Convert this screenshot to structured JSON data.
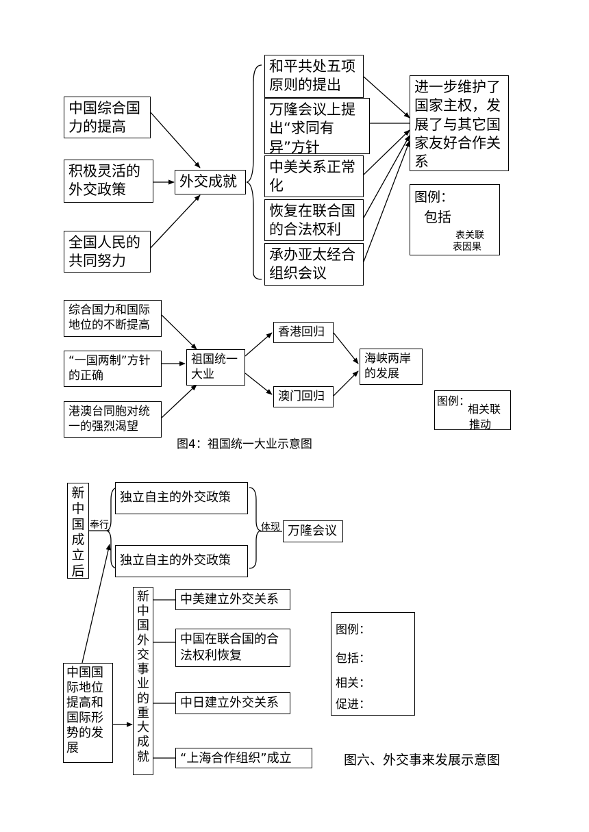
{
  "diagram1": {
    "causes": [
      "中国综合国力的提高",
      "积极灵活的外交政策",
      "全国人民的共同努力"
    ],
    "center": "外交成就",
    "achievements": [
      "和平共处五项原则的提出",
      "万隆会议上提出“求同有异”方针",
      "中美关系正常化",
      "恢复在联合国的合法权利",
      "承办亚太经合组织会议"
    ],
    "result": "进一步维护了国家主权，发展了与其它国家友好合作关系",
    "legend": {
      "title": "图例：",
      "include": "包括",
      "relate": "表关联",
      "cause": "表因果"
    }
  },
  "diagram2": {
    "causes": [
      "综合国力和国际地位的不断提高",
      "“一国两制”方针的正确",
      "港澳台同胞对统一的强烈渴望"
    ],
    "center": "祖国统一大业",
    "branches": [
      "香港回归",
      "澳门回归"
    ],
    "result": "海峡两岸的发展",
    "legend": {
      "title": "图例：",
      "relate": "相关联",
      "push": "推动"
    },
    "caption": "图4：祖国统一大业示意图"
  },
  "diagram3": {
    "origin": "新中国成立后",
    "practice_label": "奉行",
    "policies": [
      "独立自主的外交政策",
      "独立自主的外交政策"
    ],
    "embody_label": "体现",
    "conference": "万隆会议",
    "cause": "中国国际地位提高和国际形势的发展",
    "achievement_title": "新中国外交事业的重大成就",
    "achievements": [
      "中美建立外交关系",
      "中国在联合国的合法权利恢复",
      "中日建立外交关系",
      "“上海合作组织”成立"
    ],
    "legend": {
      "title": "图例：",
      "include": "包括：",
      "relate": "相关：",
      "promote": "促进："
    },
    "caption": "图六、外交事来发展示意图"
  }
}
